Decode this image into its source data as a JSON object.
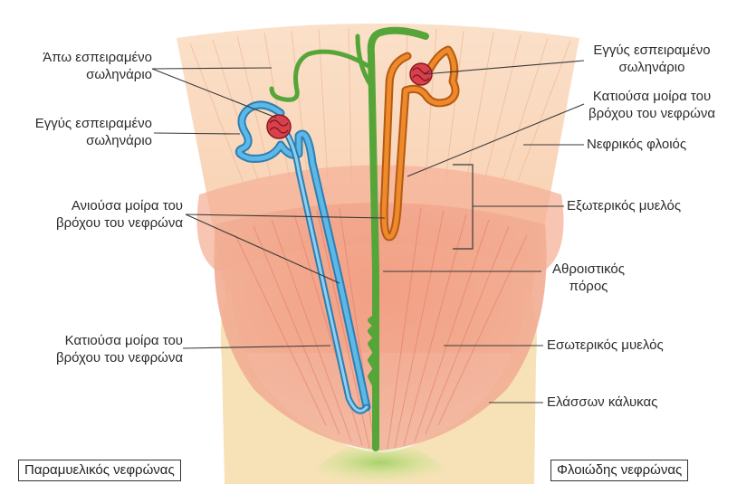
{
  "labels": {
    "distal_left": [
      "Άπω εσπειραμένο",
      "σωληνάριο"
    ],
    "proximal_left": [
      "Εγγύς εσπειραμένο",
      "σωληνάριο"
    ],
    "ascending_limb": [
      "Ανιούσα μοίρα του",
      "βρόχου του νεφρώνα"
    ],
    "descending_limb_left": [
      "Κατιούσα μοίρα του",
      "βρόχου του νεφρώνα"
    ],
    "proximal_right": [
      "Εγγύς εσπειραμένο",
      "σωληνάριο"
    ],
    "descending_limb_right": [
      "Κατιούσα μοίρα του",
      "βρόχου του νεφρώνα"
    ],
    "cortex": "Νεφρικός φλοιός",
    "outer_medulla": "Εξωτερικός μυελός",
    "collecting_duct": [
      "Αθροιστικός",
      "πόρος"
    ],
    "inner_medulla": "Εσωτερικός μυελός",
    "minor_calyx": "Ελάσσων κάλυκας"
  },
  "boxes": {
    "juxtamedullary": "Παραμυελικός νεφρώνας",
    "cortical": "Φλοιώδης νεφρώνας"
  },
  "colors": {
    "cortex": "#f9d3b4",
    "medulla": "#f1967d",
    "calyx": "#f6deb0",
    "collecting_duct": "#56a539",
    "juxtamedullary_tubule": "#3f9ed3",
    "cortical_tubule": "#e47a1e",
    "glomerulus": "#b9222b",
    "leader_line": "#3a3a3a"
  },
  "icons": [
    "glomerulus-icon"
  ]
}
